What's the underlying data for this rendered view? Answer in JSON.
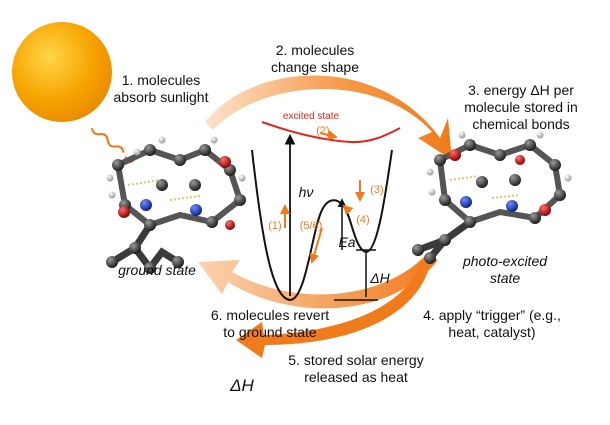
{
  "steps": {
    "step1": "1. molecules\nabsorb sunlight",
    "step2": "2. molecules\nchange shape",
    "step3": "3. energy ΔH per\nmolecule stored in\nchemical bonds",
    "step4": "4. apply “trigger” (e.g.,\nheat, catalyst)",
    "step5": "5. stored solar energy\nreleased as heat",
    "step6": "6. molecules revert\nto ground state"
  },
  "states": {
    "ground": "ground state",
    "photo_excited": "photo-excited\nstate",
    "excited": "excited state"
  },
  "energy_diagram": {
    "hv": "hν",
    "ea": "Ea",
    "dh": "ΔH",
    "marker1": "(1)",
    "marker2": "(2)",
    "marker3": "(3)",
    "marker4": "(4)",
    "marker56": "(5/6)"
  },
  "heat_output": "ΔH",
  "colors": {
    "sun": "#f7a400",
    "arrow": "#f07b1a",
    "arrow_light": "#f9c9a0",
    "excited_curve": "#e0241c",
    "atom_carbon": "#3a3a3a",
    "atom_nitrogen": "#1f3fae",
    "atom_oxygen": "#c21414"
  }
}
